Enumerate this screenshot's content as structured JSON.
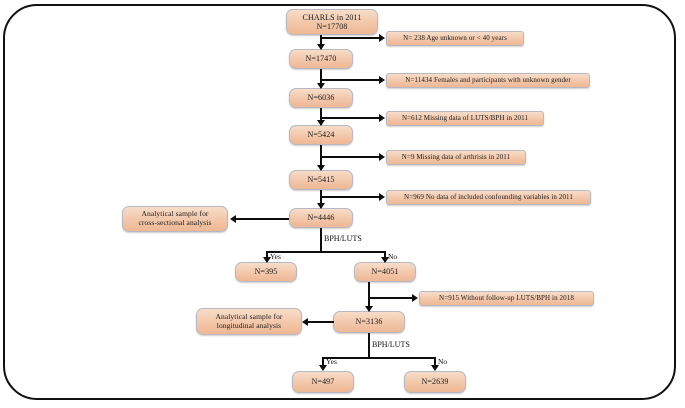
{
  "figure": {
    "kind": "study-flow-diagram",
    "frame_border_color": "#111111",
    "node_fill_color": "#f3c9ad",
    "node_border_color": "#b8b8c4",
    "connector_color": "#0d0d0d"
  },
  "nodes": {
    "source": {
      "line1": "CHARLS in 2011",
      "line2": "N=17708"
    },
    "step1": {
      "label": "N=17470"
    },
    "step2": {
      "label": "N=6036"
    },
    "step3": {
      "label": "N=5424"
    },
    "step4": {
      "label": "N=5415"
    },
    "step5": {
      "label": "N=4446"
    },
    "cross_sectional": {
      "line1": "Analytical sample for",
      "line2": "cross-sectional analysis"
    },
    "branch1_yes": {
      "label": "N=395"
    },
    "branch1_no": {
      "label": "N=4051"
    },
    "followup": {
      "label": "N=3136"
    },
    "longitudinal": {
      "line1": "Analytical sample for",
      "line2": "longitudinal analysis"
    },
    "branch2_yes": {
      "label": "N=497"
    },
    "branch2_no": {
      "label": "N=2639"
    }
  },
  "exclusions": [
    {
      "label": "N= 238 Age unknown or  < 40 years"
    },
    {
      "label": "N=11434 Females and participants with unknown gender"
    },
    {
      "label": "N=612 Missing data of LUTS/BPH in 2011"
    },
    {
      "label": "N=9 Missing data of arthrisis in 2011"
    },
    {
      "label": "N=969 No data of included confounding variables in 2011"
    },
    {
      "label": "N=915 Without follow-up LUTS/BPH in 2018"
    }
  ],
  "edge_labels": {
    "split1_condition": "BPH/LUTS",
    "split1_yes": "Yes",
    "split1_no": "No",
    "split2_condition": "BPH/LUTS",
    "split2_yes": "Yes",
    "split2_no": "No"
  }
}
